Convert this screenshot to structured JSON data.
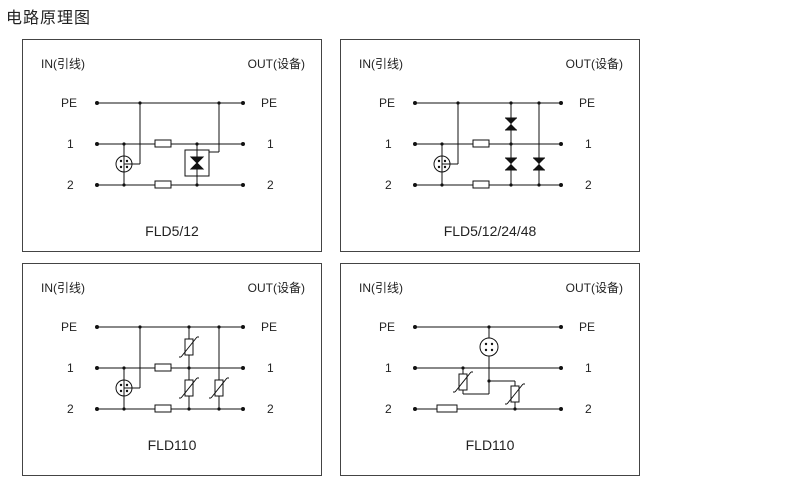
{
  "page_title": "电路原理图",
  "panels": [
    {
      "in_label": "IN(引线)",
      "out_label": "OUT(设备)",
      "rows": [
        "PE",
        "1",
        "2"
      ],
      "model": "FLD5/12"
    },
    {
      "in_label": "IN(引线)",
      "out_label": "OUT(设备)",
      "rows": [
        "PE",
        "1",
        "2"
      ],
      "model": "FLD5/12/24/48"
    },
    {
      "in_label": "IN(引线)",
      "out_label": "OUT(设备)",
      "rows": [
        "PE",
        "1",
        "2"
      ],
      "model": "FLD110"
    },
    {
      "in_label": "IN(引线)",
      "out_label": "OUT(设备)",
      "rows": [
        "PE",
        "1",
        "2"
      ],
      "model": "FLD110"
    }
  ],
  "colors": {
    "line": "#111111",
    "border": "#444444"
  }
}
